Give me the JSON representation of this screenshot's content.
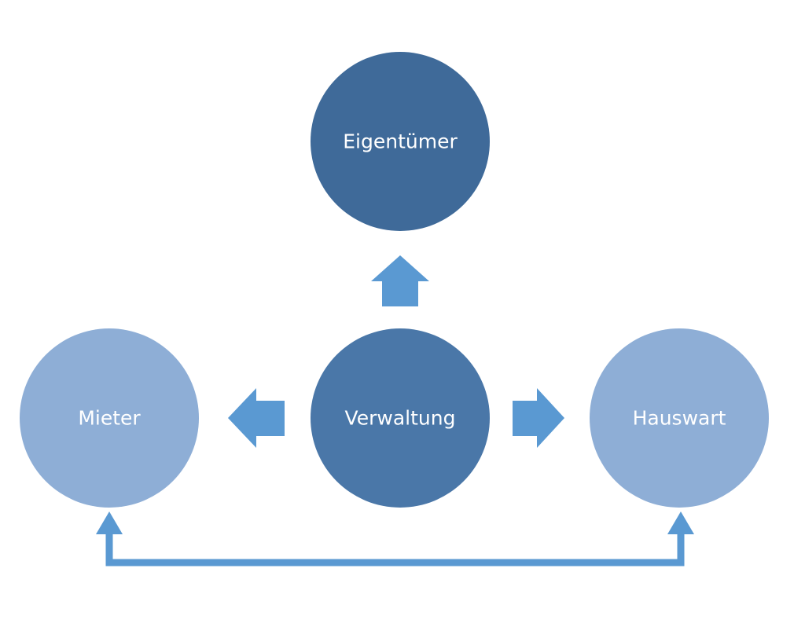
{
  "nodes": {
    "top": {
      "label": "Eigentümer",
      "color": "#3f6a99"
    },
    "center": {
      "label": "Verwaltung",
      "color": "#4a77a8"
    },
    "left": {
      "label": "Mieter",
      "color": "#8eaed6"
    },
    "right": {
      "label": "Hauswart",
      "color": "#8eaed6"
    }
  },
  "arrow_color": "#5a99d2",
  "connector_color": "#5a99d2"
}
